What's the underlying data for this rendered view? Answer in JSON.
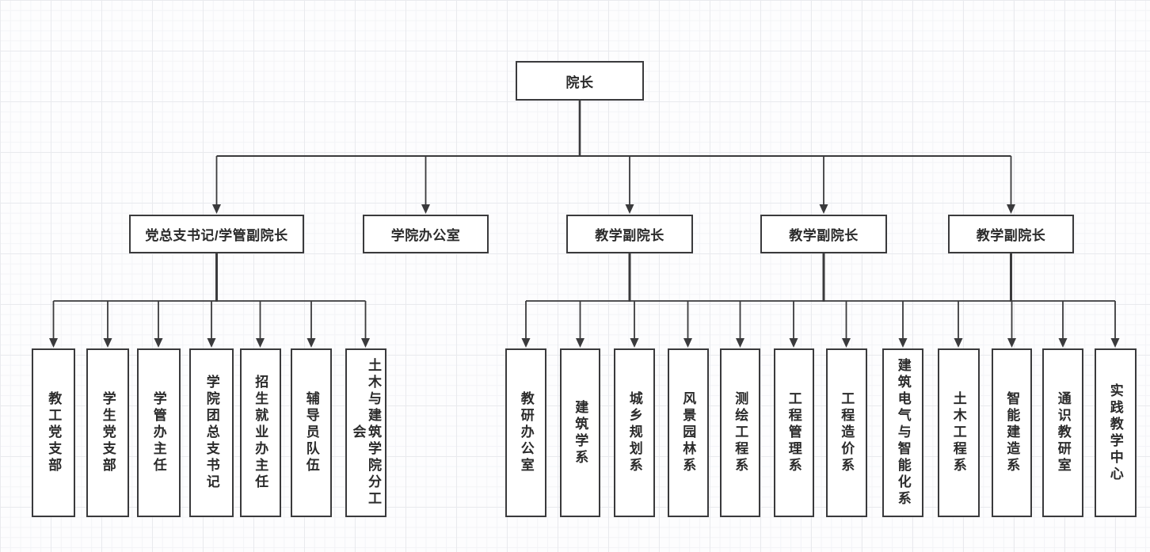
{
  "colors": {
    "line": "#3a3a3c",
    "node_border": "#3a3a3c",
    "node_fill": "#ffffff",
    "text": "#2b2b2b",
    "canvas_bg": "#fdfdfe",
    "grid_minor": "#f3f4f7",
    "grid_major": "#e9eaee"
  },
  "org": {
    "root": {
      "id": "dean",
      "label": "院长"
    },
    "level2": [
      {
        "id": "party-secretary-vice-dean",
        "label": "党总支书记/学管副院长"
      },
      {
        "id": "college-office",
        "label": "学院办公室"
      },
      {
        "id": "teaching-vice-dean-1",
        "label": "教学副院长"
      },
      {
        "id": "teaching-vice-dean-2",
        "label": "教学副院长"
      },
      {
        "id": "teaching-vice-dean-3",
        "label": "教学副院长"
      }
    ],
    "level3_left": [
      {
        "id": "staff-party-branch",
        "label": "教工党支部"
      },
      {
        "id": "student-party-branch",
        "label": "学生党支部"
      },
      {
        "id": "student-affairs-office-director",
        "label": "学管办主任"
      },
      {
        "id": "youth-league-general-branch-secretary",
        "label": "学院团总支书记"
      },
      {
        "id": "admissions-employment-office-director",
        "label": "招生就业办主任"
      },
      {
        "id": "counselor-team",
        "label": "辅导员队伍"
      },
      {
        "id": "civil-architecture-college-union-branch",
        "label": "土木与建筑学院分工会"
      }
    ],
    "level3_right": [
      {
        "id": "teaching-research-office",
        "label": "教研办公室"
      },
      {
        "id": "architecture-department",
        "label": "建筑学系"
      },
      {
        "id": "urban-rural-planning-department",
        "label": "城乡规划系"
      },
      {
        "id": "landscape-architecture-department",
        "label": "风景园林系"
      },
      {
        "id": "surveying-engineering-department",
        "label": "测绘工程系"
      },
      {
        "id": "engineering-management-department",
        "label": "工程管理系"
      },
      {
        "id": "engineering-cost-department",
        "label": "工程造价系"
      },
      {
        "id": "building-electrical-intelligence-department",
        "label": "建筑电气与智能化系"
      },
      {
        "id": "civil-engineering-department",
        "label": "土木工程系"
      },
      {
        "id": "intelligent-construction-department",
        "label": "智能建造系"
      },
      {
        "id": "general-education-research-office",
        "label": "通识教研室"
      },
      {
        "id": "practice-teaching-center",
        "label": "实践教学中心"
      }
    ]
  }
}
